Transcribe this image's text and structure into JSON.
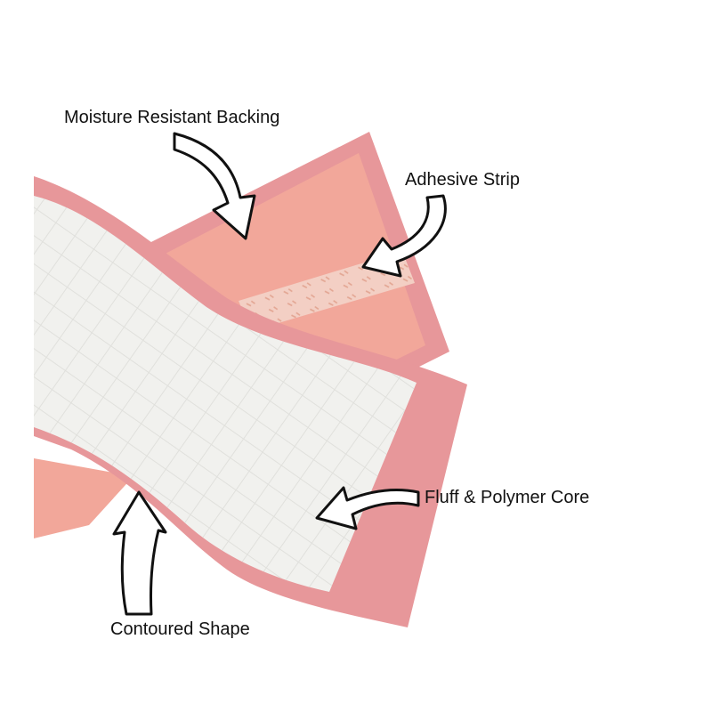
{
  "labels": {
    "backing": "Moisture Resistant Backing",
    "adhesive": "Adhesive Strip",
    "core": "Fluff & Polymer Core",
    "shape": "Contoured Shape"
  },
  "colors": {
    "background": "#ffffff",
    "backing_pink": "#f2a79a",
    "border_pink": "#e7979a",
    "core_white": "#f1f1ee",
    "adhesive_strip": "#f3cfc4",
    "arrow_outline": "#111111",
    "arrow_fill": "#ffffff"
  },
  "icons": [
    "curved-arrow-icon",
    "curved-arrow-icon",
    "curved-arrow-icon",
    "curved-arrow-icon"
  ]
}
